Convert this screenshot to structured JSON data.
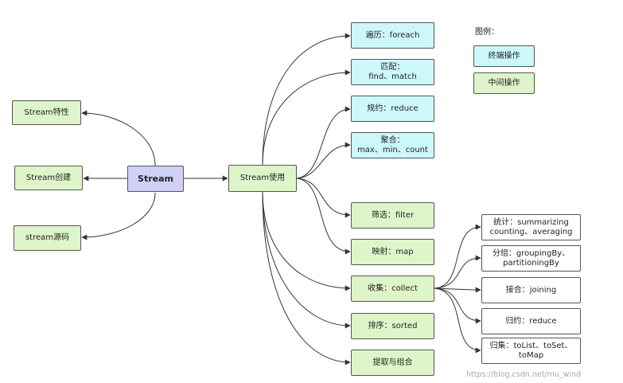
{
  "center": "Stream",
  "left_nodes": [
    "Stream特性",
    "Stream创建",
    "stream源码"
  ],
  "usage_node": "Stream使用",
  "terminal_ops": [
    "遍历：foreach",
    "匹配：\nfind、match",
    "规约：reduce",
    "聚合：\nmax、min、count"
  ],
  "intermediate_ops": [
    "筛选：filter",
    "映射：map",
    "收集：collect",
    "排序：sorted",
    "提取与组合"
  ],
  "collect_ops": [
    "统计：summarizing\ncounting、averaging",
    "分组：groupingBy、\npartitioningBy",
    "接合：joining",
    "归约：reduce",
    "归集：toList、toSet、\ntoMap"
  ],
  "legend": {
    "title": "图例：",
    "terminal": "终端操作",
    "intermediate": "中间操作"
  },
  "watermark": "https://blog.csdn.net/mu_wind",
  "colors": {
    "terminal": "#ccf8fb",
    "intermediate": "#ddf5c9",
    "center": "#cfcff8",
    "edge": "#333333"
  }
}
